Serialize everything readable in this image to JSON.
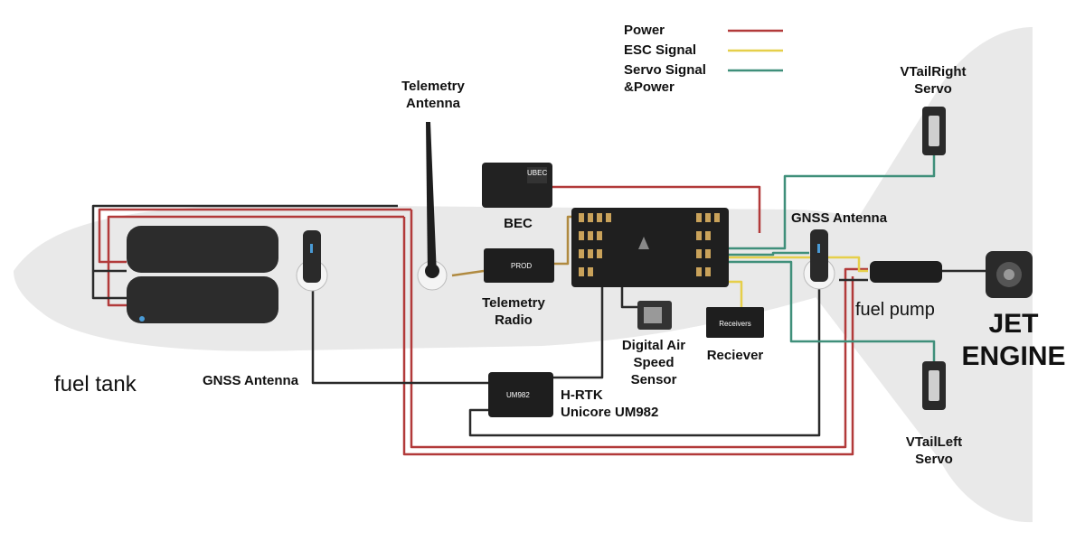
{
  "legend": [
    {
      "label": "Power",
      "color": "#b23a3a"
    },
    {
      "label": "ESC Signal",
      "color": "#e6cf4a"
    },
    {
      "label": "Servo Signal\n&Power",
      "color": "#3f8f7a"
    }
  ],
  "labels": {
    "telemetry_antenna": "Telemetry\nAntenna",
    "bec": "BEC",
    "gnss_antenna_right": "GNSS Antenna",
    "gnss_antenna_left": "GNSS Antenna",
    "telemetry_radio": "Telemetry\nRadio",
    "digital_airspeed": "Digital Air\nSpeed\nSensor",
    "receiver": "Reciever",
    "receiver_device": "Receivers",
    "hrtk": "H-RTK\nUnicore UM982",
    "fuel_tank": "fuel tank",
    "fuel_pump": "fuel pump",
    "jet_engine": "JET\nENGINE",
    "vtail_right": "VTailRight\nServo",
    "vtail_left": "VTailLeft\nServo"
  }
}
